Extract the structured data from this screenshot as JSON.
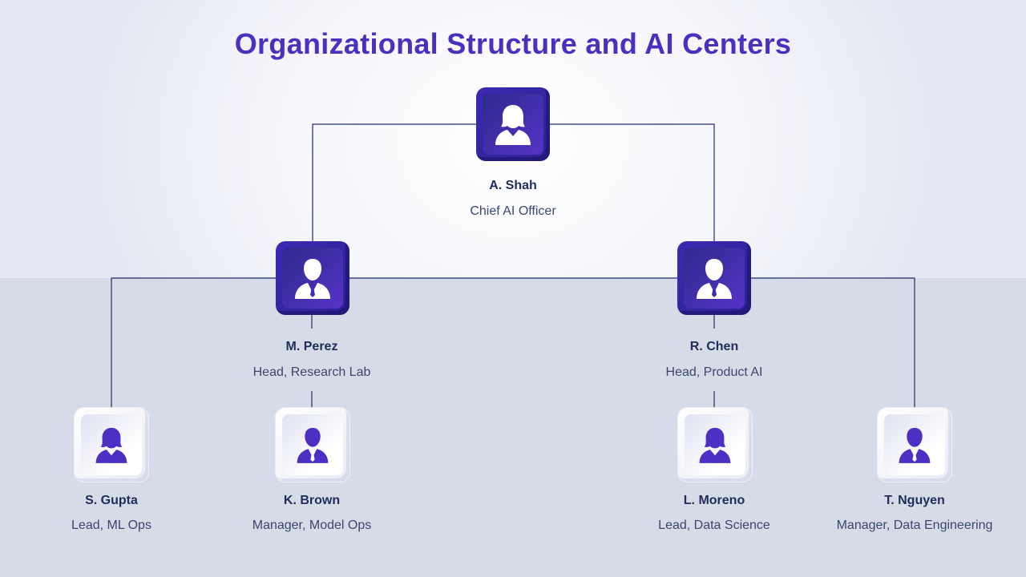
{
  "title": "Organizational Structure and AI Centers",
  "colors": {
    "title": "#4b2fbf",
    "name": "#1f2d5c",
    "role": "#3a4770",
    "line": "#1f2d6b",
    "dark_tile": "#3a2ab4",
    "icon_on_dark": "#ffffff",
    "icon_on_light": "#4d2fc4"
  },
  "nodes": {
    "ceo": {
      "name": "A. Shah",
      "role": "Chief AI Officer",
      "icon": "female-person-icon"
    },
    "research": {
      "name": "M. Perez",
      "role": "Head, Research Lab",
      "icon": "male-person-icon"
    },
    "product": {
      "name": "R. Chen",
      "role": "Head, Product AI",
      "icon": "male-person-icon"
    },
    "mlops": {
      "name": "S. Gupta",
      "role": "Lead, ML Ops",
      "icon": "female-person-icon"
    },
    "modelops": {
      "name": "K. Brown",
      "role": "Manager, Model Ops",
      "icon": "male-person-icon"
    },
    "datasci": {
      "name": "L. Moreno",
      "role": "Lead, Data Science",
      "icon": "female-person-icon"
    },
    "dataeng": {
      "name": "T. Nguyen",
      "role": "Manager, Data Engineering",
      "icon": "male-person-icon"
    }
  }
}
